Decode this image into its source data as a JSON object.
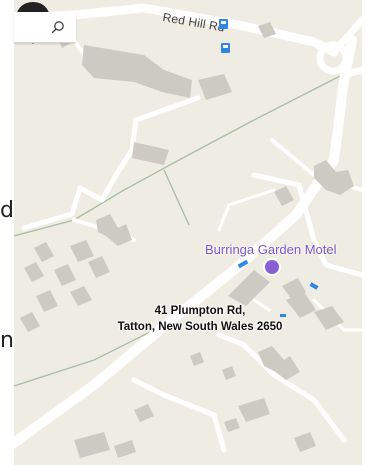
{
  "map": {
    "road_label": "Red Hill Rd",
    "poi_label": "Burringa Garden Motel",
    "address_line1": "41 Plumpton Rd,",
    "address_line2": "Tatton, New South Wales 2650",
    "colors": {
      "land": "#efece3",
      "road": "#ffffff",
      "building": "#cdcac3",
      "green_line": "#a9c0a4",
      "poi": "#8a5fd6",
      "pin": "#222222",
      "transit": "#2f86e6"
    }
  },
  "search": {
    "icon": "search-icon"
  },
  "side_text": {
    "letter1": "d",
    "letter2": "n"
  }
}
